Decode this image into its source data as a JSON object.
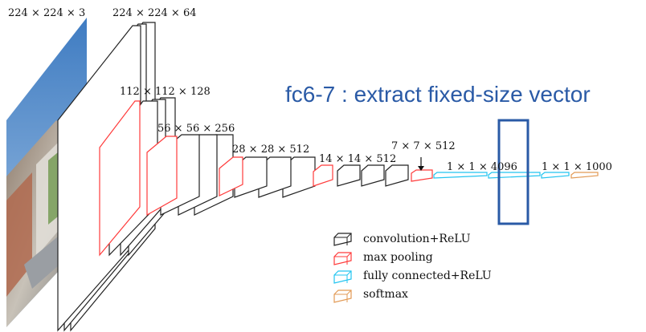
{
  "annotation": {
    "text": "fc6-7 : extract  fixed-size vector",
    "color": "#2a5aa6"
  },
  "layer_labels": {
    "input": "224 × 224 × 3",
    "conv1": "224 × 224 × 64",
    "conv2": "112 × 112 × 128",
    "conv3": "56 × 56 × 256",
    "conv4": "28 × 28 × 512",
    "conv5": "14 × 14 × 512",
    "pool5": "7 × 7 × 512",
    "fc": "1 × 1 × 4096",
    "softmax": "1 × 1 × 1000"
  },
  "legend": [
    {
      "label": "convolution+ReLU",
      "color": "#222222",
      "icon": "black-box-icon"
    },
    {
      "label": "max pooling",
      "color": "#ff3b3b",
      "icon": "red-box-icon"
    },
    {
      "label": "fully connected+ReLU",
      "color": "#22c4f0",
      "icon": "cyan-box-icon"
    },
    {
      "label": "softmax",
      "color": "#e29a55",
      "icon": "orange-box-icon"
    }
  ],
  "colors": {
    "conv": "#222222",
    "pool": "#ff3b3b",
    "fc": "#22c4f0",
    "softmax": "#e29a55",
    "highlight": "#2a5aa6"
  }
}
